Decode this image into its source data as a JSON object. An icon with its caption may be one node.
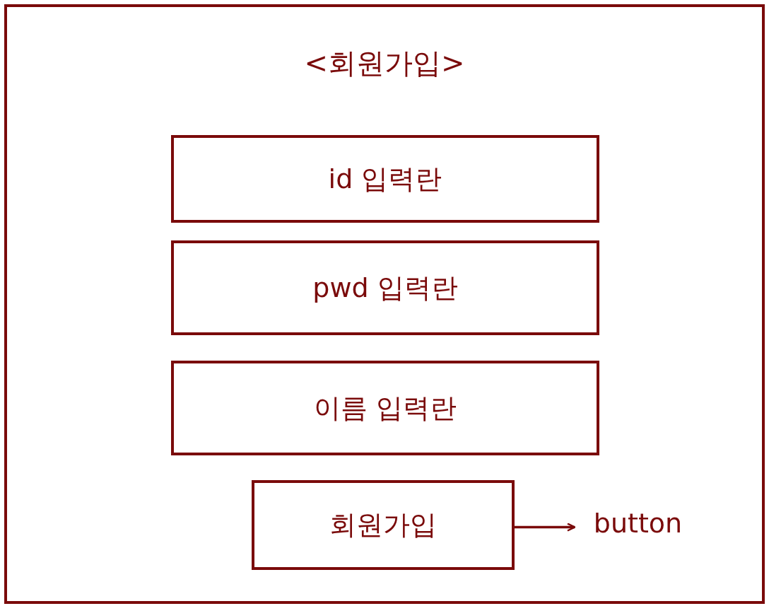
{
  "diagram": {
    "nodes": [
      {
        "text": [
          "<회원가입>"
        ]
      },
      {
        "text": [
          "id 입력란"
        ],
        "in": 0
      },
      {
        "text": [
          "pwd 입력란"
        ],
        "in": 0
      },
      {
        "text": [
          "이름 입력란"
        ],
        "in": 0
      },
      {
        "text": [
          "회원가입"
        ],
        "in": 0
      },
      {
        "text": [
          "button"
        ],
        "in": 0
      }
    ],
    "edges": [
      {
        "from": 4,
        "to": 5,
        "arrow": "to"
      }
    ]
  }
}
